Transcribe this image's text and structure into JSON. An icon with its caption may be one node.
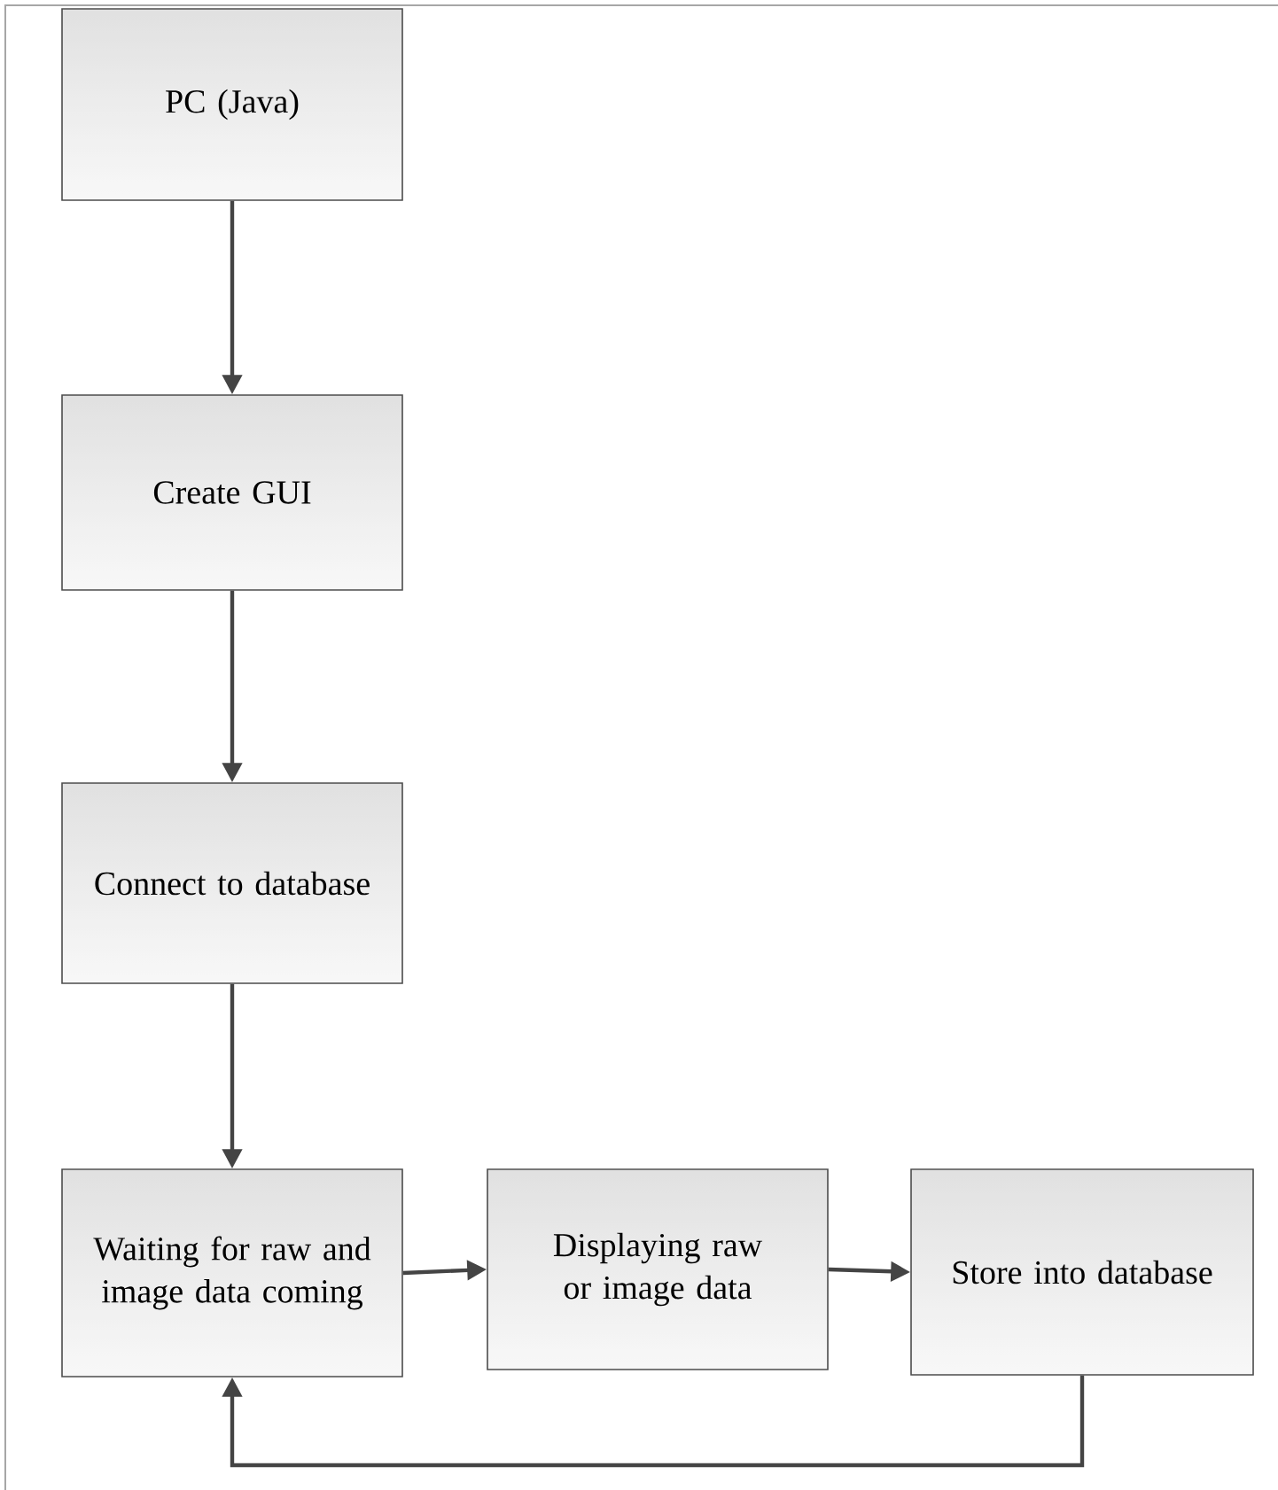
{
  "diagram": {
    "nodes": [
      {
        "text": [
          "PC (Java)"
        ]
      },
      {
        "text": [
          "Create GUI"
        ]
      },
      {
        "text": [
          "Connect to database"
        ]
      },
      {
        "text": [
          "Waiting for raw and image data coming"
        ]
      },
      {
        "text": [
          "Displaying raw or image data"
        ]
      },
      {
        "text": [
          "Store into database"
        ]
      }
    ],
    "edges": [
      {
        "from": 0,
        "to": 1,
        "arrow": "to"
      },
      {
        "from": 1,
        "to": 2,
        "arrow": "to"
      },
      {
        "from": 2,
        "to": 3,
        "arrow": "to"
      },
      {
        "from": 3,
        "to": 4,
        "arrow": "to"
      },
      {
        "from": 4,
        "to": 5,
        "arrow": "to"
      },
      {
        "from": 5,
        "to": 3,
        "arrow": "to"
      }
    ]
  }
}
